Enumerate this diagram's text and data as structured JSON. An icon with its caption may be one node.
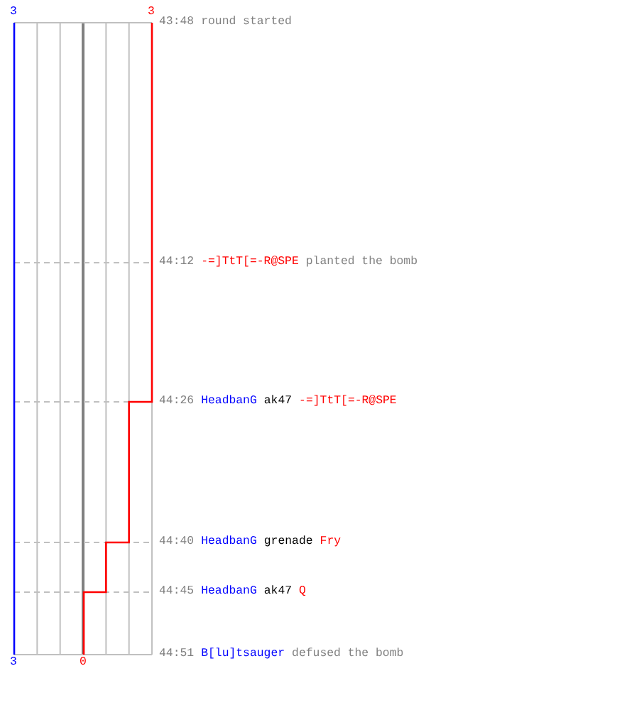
{
  "diagram": {
    "labels": [
      "3",
      "3",
      "43:48",
      "round started",
      "44:12",
      "-=]TtT[=-R@SPE",
      "planted the bomb",
      "44:26",
      "HeadbanG",
      "ak47",
      "-=]TtT[=-R@SPE",
      "44:40",
      "HeadbanG",
      "grenade",
      "Fry",
      "44:45",
      "HeadbanG",
      "ak47",
      "Q",
      "44:51",
      "B[lu]tsauger",
      "defused the bomb",
      "3",
      "0"
    ]
  }
}
